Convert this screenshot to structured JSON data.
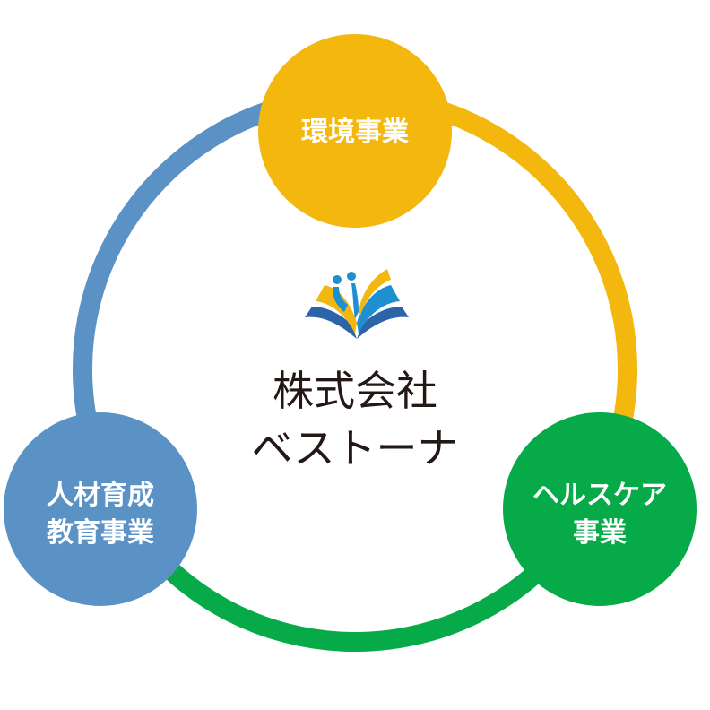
{
  "colors": {
    "environment": "#F3B70E",
    "healthcare": "#06AA48",
    "education": "#5B92C6",
    "logo_blue": "#1E8FD1",
    "logo_dark_blue": "#2B65A8",
    "logo_yellow": "#F3B70E",
    "text_dark": "#231815"
  },
  "center": {
    "logo_icon": "open-book-icon",
    "company_name_line1": "株式会社",
    "company_name_line2": "ベストーナ"
  },
  "nodes": {
    "environment": {
      "label": "環境事業"
    },
    "healthcare": {
      "label_line1": "ヘルスケア",
      "label_line2": "事業"
    },
    "education": {
      "label_line1": "人材育成",
      "label_line2": "教育事業"
    }
  }
}
